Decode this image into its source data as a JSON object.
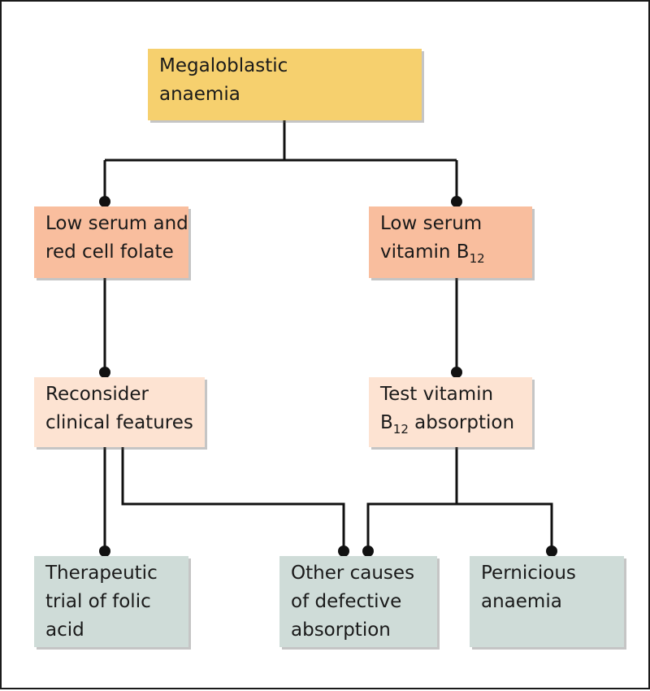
{
  "flowchart": {
    "root": {
      "line1": "Megaloblastic",
      "line2": "anaemia"
    },
    "folate": {
      "line1": "Low serum and",
      "line2": "red cell folate"
    },
    "b12": {
      "line1": "Low serum",
      "line2_pre": "vitamin B",
      "line2_sub": "12"
    },
    "reconsider": {
      "line1": "Reconsider",
      "line2": "clinical features"
    },
    "absorption_test": {
      "line1": "Test vitamin",
      "line2_pre": "B",
      "line2_sub": "12",
      "line2_post": " absorption"
    },
    "folic_trial": {
      "line1": "Therapeutic",
      "line2": "trial of folic",
      "line3": "acid"
    },
    "other_causes": {
      "line1": "Other causes",
      "line2": "of defective",
      "line3": "absorption"
    },
    "pernicious": {
      "line1": "Pernicious",
      "line2": "anaemia"
    }
  },
  "colors": {
    "root": "#f6d06e",
    "diagnosis": "#f9be9e",
    "action": "#fde3d2",
    "outcome": "#cfdcd8",
    "connector": "#111111"
  }
}
